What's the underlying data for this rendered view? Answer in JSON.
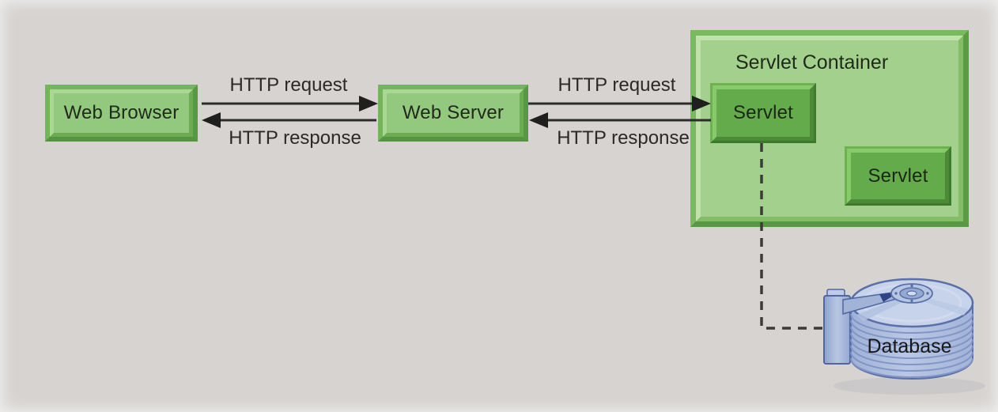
{
  "nodes": {
    "web_browser": {
      "label": "Web Browser"
    },
    "web_server": {
      "label": "Web Server"
    },
    "servlet_container": {
      "title": "Servlet Container"
    },
    "servlet_1": {
      "label": "Servlet"
    },
    "servlet_2": {
      "label": "Servlet"
    },
    "database": {
      "label": "Database"
    }
  },
  "edges": {
    "browser_request": {
      "label": "HTTP request",
      "from": "web_browser",
      "to": "web_server",
      "direction": "right"
    },
    "browser_response": {
      "label": "HTTP response",
      "from": "web_server",
      "to": "web_browser",
      "direction": "left"
    },
    "server_request": {
      "label": "HTTP request",
      "from": "web_server",
      "to": "servlet_1",
      "direction": "right"
    },
    "server_response": {
      "label": "HTTP response",
      "from": "servlet_1",
      "to": "web_server",
      "direction": "left"
    },
    "servlet_database": {
      "style": "dashed",
      "from": "servlet_1",
      "to": "database"
    }
  },
  "colors": {
    "background": "#d6d3d0",
    "box_face": "#93c97e",
    "box_frame_light": "#aad794",
    "box_frame_dark": "#579942",
    "container_face": "#a3d18d",
    "servlet_face": "#64ab4b",
    "arrow": "#2c2c2a",
    "label_text": "#2b2a27",
    "node_text": "#20291b",
    "database_fill": "#b2c2e1",
    "database_stroke": "#5b70a8"
  }
}
